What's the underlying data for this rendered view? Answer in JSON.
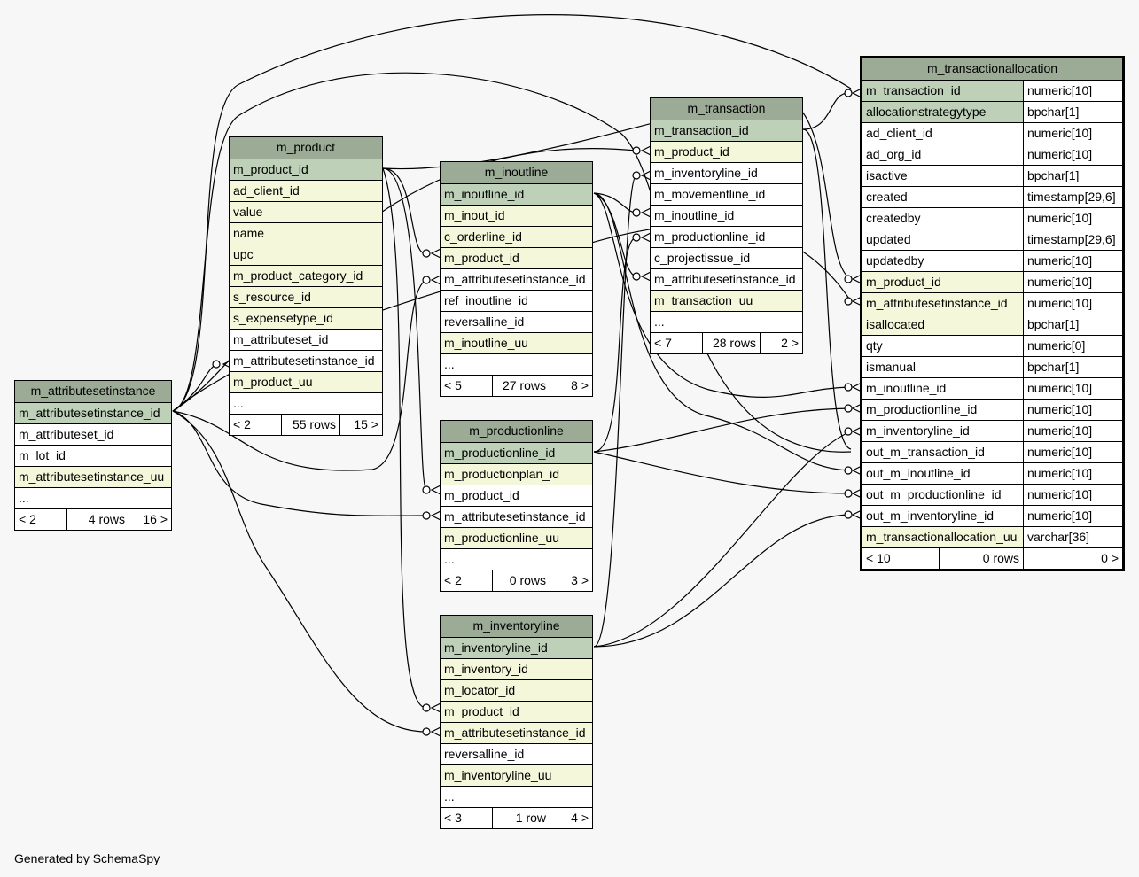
{
  "footer_text": "Generated by SchemaSpy",
  "colors": {
    "header": "#9bab96",
    "primary_key": "#bed1b8",
    "foreign_key": "#f4f7da",
    "plain": "#ffffff",
    "background": "#f7f7f7"
  },
  "tables": {
    "m_attributesetinstance": {
      "title": "m_attributesetinstance",
      "columns": [
        {
          "name": "m_attributesetinstance_id",
          "kind": "pk"
        },
        {
          "name": "m_attributeset_id",
          "kind": "plain"
        },
        {
          "name": "m_lot_id",
          "kind": "plain"
        },
        {
          "name": "m_attributesetinstance_uu",
          "kind": "fk"
        },
        {
          "name": "...",
          "kind": "plain"
        }
      ],
      "footer": {
        "parents": "< 2",
        "rows": "4 rows",
        "children": "16 >"
      }
    },
    "m_product": {
      "title": "m_product",
      "columns": [
        {
          "name": "m_product_id",
          "kind": "pk"
        },
        {
          "name": "ad_client_id",
          "kind": "fk"
        },
        {
          "name": "value",
          "kind": "fk"
        },
        {
          "name": "name",
          "kind": "fk"
        },
        {
          "name": "upc",
          "kind": "fk"
        },
        {
          "name": "m_product_category_id",
          "kind": "fk"
        },
        {
          "name": "s_resource_id",
          "kind": "fk"
        },
        {
          "name": "s_expensetype_id",
          "kind": "fk"
        },
        {
          "name": "m_attributeset_id",
          "kind": "plain"
        },
        {
          "name": "m_attributesetinstance_id",
          "kind": "plain"
        },
        {
          "name": "m_product_uu",
          "kind": "fk"
        },
        {
          "name": "...",
          "kind": "plain"
        }
      ],
      "footer": {
        "parents": "< 2",
        "rows": "55 rows",
        "children": "15 >"
      }
    },
    "m_inoutline": {
      "title": "m_inoutline",
      "columns": [
        {
          "name": "m_inoutline_id",
          "kind": "pk"
        },
        {
          "name": "m_inout_id",
          "kind": "fk"
        },
        {
          "name": "c_orderline_id",
          "kind": "fk"
        },
        {
          "name": "m_product_id",
          "kind": "fk"
        },
        {
          "name": "m_attributesetinstance_id",
          "kind": "plain"
        },
        {
          "name": "ref_inoutline_id",
          "kind": "plain"
        },
        {
          "name": "reversalline_id",
          "kind": "plain"
        },
        {
          "name": "m_inoutline_uu",
          "kind": "fk"
        },
        {
          "name": "...",
          "kind": "plain"
        }
      ],
      "footer": {
        "parents": "< 5",
        "rows": "27 rows",
        "children": "8 >"
      }
    },
    "m_productionline": {
      "title": "m_productionline",
      "columns": [
        {
          "name": "m_productionline_id",
          "kind": "pk"
        },
        {
          "name": "m_productionplan_id",
          "kind": "fk"
        },
        {
          "name": "m_product_id",
          "kind": "plain"
        },
        {
          "name": "m_attributesetinstance_id",
          "kind": "plain"
        },
        {
          "name": "m_productionline_uu",
          "kind": "fk"
        },
        {
          "name": "...",
          "kind": "plain"
        }
      ],
      "footer": {
        "parents": "< 2",
        "rows": "0 rows",
        "children": "3 >"
      }
    },
    "m_inventoryline": {
      "title": "m_inventoryline",
      "columns": [
        {
          "name": "m_inventoryline_id",
          "kind": "pk"
        },
        {
          "name": "m_inventory_id",
          "kind": "fk"
        },
        {
          "name": "m_locator_id",
          "kind": "fk"
        },
        {
          "name": "m_product_id",
          "kind": "fk"
        },
        {
          "name": "m_attributesetinstance_id",
          "kind": "fk"
        },
        {
          "name": "reversalline_id",
          "kind": "plain"
        },
        {
          "name": "m_inventoryline_uu",
          "kind": "fk"
        },
        {
          "name": "...",
          "kind": "plain"
        }
      ],
      "footer": {
        "parents": "< 3",
        "rows": "1 row",
        "children": "4 >"
      }
    },
    "m_transaction": {
      "title": "m_transaction",
      "columns": [
        {
          "name": "m_transaction_id",
          "kind": "pk"
        },
        {
          "name": "m_product_id",
          "kind": "fk"
        },
        {
          "name": "m_inventoryline_id",
          "kind": "plain"
        },
        {
          "name": "m_movementline_id",
          "kind": "plain"
        },
        {
          "name": "m_inoutline_id",
          "kind": "plain"
        },
        {
          "name": "m_productionline_id",
          "kind": "plain"
        },
        {
          "name": "c_projectissue_id",
          "kind": "plain"
        },
        {
          "name": "m_attributesetinstance_id",
          "kind": "plain"
        },
        {
          "name": "m_transaction_uu",
          "kind": "fk"
        },
        {
          "name": "...",
          "kind": "plain"
        }
      ],
      "footer": {
        "parents": "< 7",
        "rows": "28 rows",
        "children": "2 >"
      }
    },
    "m_transactionallocation": {
      "title": "m_transactionallocation",
      "columns": [
        {
          "name": "m_transaction_id",
          "type": "numeric[10]",
          "kind": "pk"
        },
        {
          "name": "allocationstrategytype",
          "type": "bpchar[1]",
          "kind": "pk"
        },
        {
          "name": "ad_client_id",
          "type": "numeric[10]",
          "kind": "plain"
        },
        {
          "name": "ad_org_id",
          "type": "numeric[10]",
          "kind": "plain"
        },
        {
          "name": "isactive",
          "type": "bpchar[1]",
          "kind": "plain"
        },
        {
          "name": "created",
          "type": "timestamp[29,6]",
          "kind": "plain"
        },
        {
          "name": "createdby",
          "type": "numeric[10]",
          "kind": "plain"
        },
        {
          "name": "updated",
          "type": "timestamp[29,6]",
          "kind": "plain"
        },
        {
          "name": "updatedby",
          "type": "numeric[10]",
          "kind": "plain"
        },
        {
          "name": "m_product_id",
          "type": "numeric[10]",
          "kind": "fk"
        },
        {
          "name": "m_attributesetinstance_id",
          "type": "numeric[10]",
          "kind": "fk"
        },
        {
          "name": "isallocated",
          "type": "bpchar[1]",
          "kind": "fk"
        },
        {
          "name": "qty",
          "type": "numeric[0]",
          "kind": "plain"
        },
        {
          "name": "ismanual",
          "type": "bpchar[1]",
          "kind": "plain"
        },
        {
          "name": "m_inoutline_id",
          "type": "numeric[10]",
          "kind": "plain"
        },
        {
          "name": "m_productionline_id",
          "type": "numeric[10]",
          "kind": "plain"
        },
        {
          "name": "m_inventoryline_id",
          "type": "numeric[10]",
          "kind": "plain"
        },
        {
          "name": "out_m_transaction_id",
          "type": "numeric[10]",
          "kind": "plain"
        },
        {
          "name": "out_m_inoutline_id",
          "type": "numeric[10]",
          "kind": "plain"
        },
        {
          "name": "out_m_productionline_id",
          "type": "numeric[10]",
          "kind": "plain"
        },
        {
          "name": "out_m_inventoryline_id",
          "type": "numeric[10]",
          "kind": "plain"
        },
        {
          "name": "m_transactionallocation_uu",
          "type": "varchar[36]",
          "kind": "fk"
        }
      ],
      "footer": {
        "parents": "< 10",
        "rows": "0 rows",
        "children": "0 >"
      }
    }
  }
}
